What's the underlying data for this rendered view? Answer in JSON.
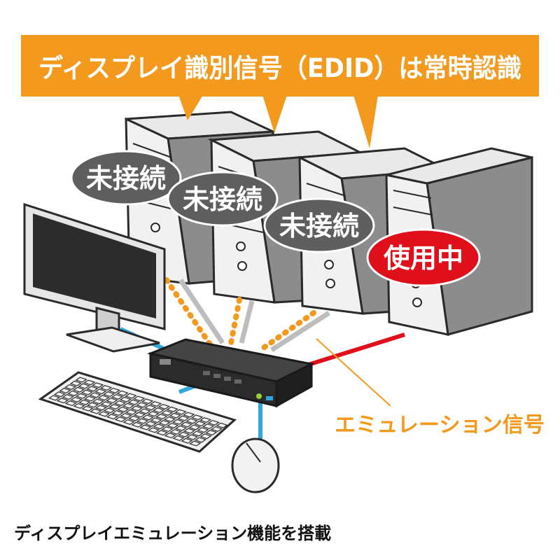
{
  "banner": {
    "text": "ディスプレイ識別信号（EDID）は常時認識"
  },
  "status_labels": {
    "pc1": "未接続",
    "pc2": "未接続",
    "pc3": "未接続",
    "pc4": "使用中"
  },
  "emulation_label": "エミュレーション信号",
  "caption": "ディスプレイエミュレーション機能を搭載",
  "colors": {
    "banner": "#F39A1E",
    "emulation": "#F39A1E",
    "inactive_bubble": "#5E5E5E",
    "active_bubble": "#E0101A",
    "active_line": "#E0101A",
    "usb_line": "#2FA7DD",
    "inactive_line": "#BDBDBD"
  }
}
